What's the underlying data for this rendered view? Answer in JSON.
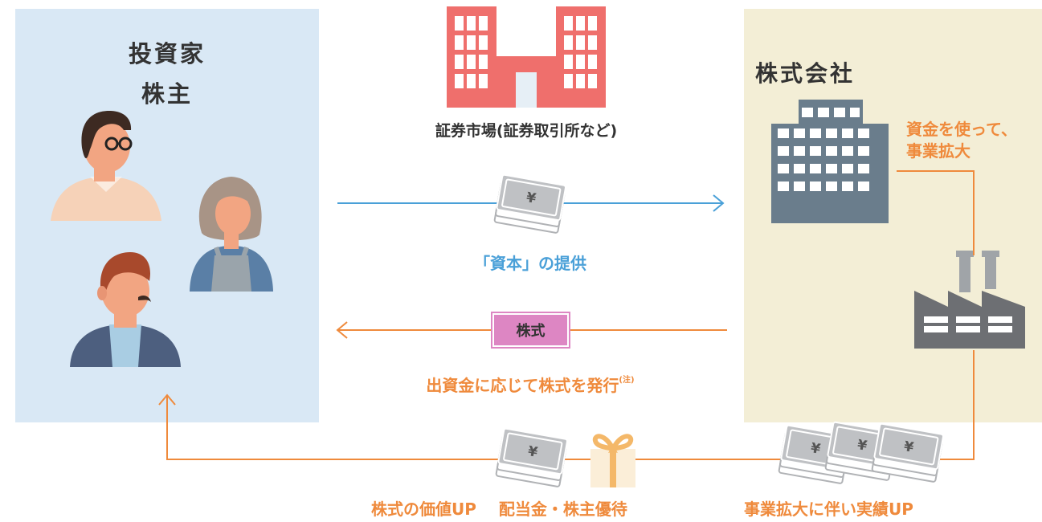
{
  "investor": {
    "title_line1": "投資家",
    "title_line2": "株主"
  },
  "company": {
    "title": "株式会社",
    "expand_line1": "資金を使って、",
    "expand_line2": "事業拡大"
  },
  "market": {
    "label": "証券市場(証券取引所など)"
  },
  "capital": {
    "label": "「資本」の提供"
  },
  "stock": {
    "badge": "株式",
    "label": "出資金に応じて株式を発行",
    "note": "(注)"
  },
  "returns": {
    "value_up": "株式の価値UP",
    "dividend": "配当金・株主優待"
  },
  "performance": {
    "label": "事業拡大に伴い実績UP"
  },
  "icons": {
    "banknote": "banknote-icon",
    "yen_symbol": "¥",
    "gift": "gift-icon",
    "factory": "factory-icon",
    "building": "office-building-icon",
    "market_building": "stock-exchange-icon"
  },
  "colors": {
    "orange": "#ef8a3c",
    "blue": "#4aa0d8",
    "investor_panel": "#d9e8f5",
    "company_panel": "#f3eed6",
    "stock_badge": "#dd86c3",
    "exchange_red": "#ef6f6c"
  }
}
